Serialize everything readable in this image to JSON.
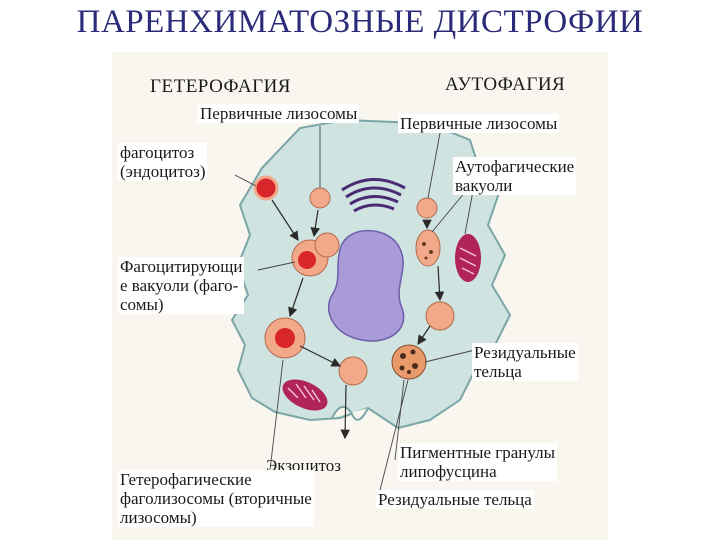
{
  "title": "ПАРЕНХИМАТОЗНЫЕ ДИСТРОФИИ",
  "labels": {
    "heterophagy": "ГЕТЕРОФАГИЯ",
    "autophagy": "АУТОФАГИЯ",
    "primary_left": "Первичные лизосомы",
    "primary_right": "Первичные лизосомы",
    "phagocytosis": "фагоцитоз\n(эндоцитоз)",
    "autophagic_vacuoles": "Аутофагические\nвакуоли",
    "phagocytizing": "Фагоцитирующи\nе вакуоли (фаго-\nсомы)",
    "residual_right": "Резидуальные\nтельца",
    "pigment": "Пигментные гранулы\nлипофусцина",
    "exocytosis": "Экзоцитоз",
    "heterophagic": "Гетерофагические\nфаголизосомы (вторичные\nлизосомы)",
    "residual_bottom": "Резидуальные тельца"
  },
  "colors": {
    "title": "#2b2b7a",
    "cytoplasm": "#cfe3e1",
    "nucleus": "#a99ad8",
    "vacuole": "#f2a98a",
    "dense_body": "#d8262a",
    "mitochondria": "#b0245a",
    "golgi": "#4a2a72",
    "arrow": "#2a2a2a"
  }
}
